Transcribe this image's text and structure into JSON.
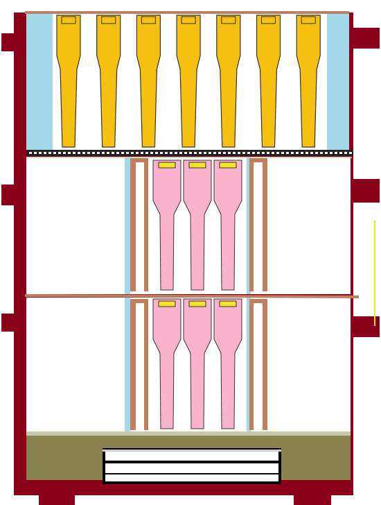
{
  "colors": {
    "frame": "#8b0018",
    "beam": "#c08060",
    "sky": "#a3d8e8",
    "interior": "#ffffff",
    "floor": "#8a8250",
    "gold_tube": "#f5c010",
    "pink_tube": "#f9b3cd",
    "pink_cap": "#f5e12a",
    "outline": "#333333"
  },
  "layout": {
    "top_row_tube_count": 7,
    "middle_row_tube_count": 3,
    "bottom_row_tube_count": 3,
    "base_step_count": 3
  }
}
